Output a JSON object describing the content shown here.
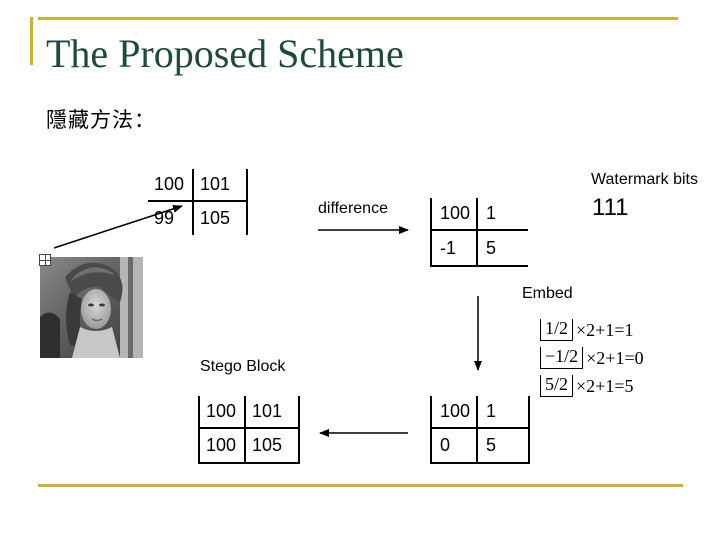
{
  "slide": {
    "title": "The Proposed Scheme",
    "subtitle": "隱藏方法："
  },
  "colors": {
    "accent_rule": "#c8b432",
    "title_text": "#1e4a3a"
  },
  "labels": {
    "watermark_bits": "Watermark bits",
    "watermark_bits_value": "111",
    "difference": "difference",
    "embed": "Embed",
    "stego_block": "Stego Block"
  },
  "original_block": [
    [
      "100",
      "101"
    ],
    [
      "99",
      "105"
    ]
  ],
  "difference_block": [
    [
      "100",
      "1"
    ],
    [
      "-1",
      "5"
    ]
  ],
  "stego_block": [
    [
      "100",
      "101"
    ],
    [
      "100",
      "105"
    ]
  ],
  "embedded_difference_block": [
    [
      "100",
      "1"
    ],
    [
      "0",
      "5"
    ]
  ],
  "formulas": [
    {
      "floor": "1/2",
      "rest": "×2+1=1"
    },
    {
      "floor": "−1/2",
      "rest": "×2+1=0"
    },
    {
      "floor": "5/2",
      "rest": "×2+1=5"
    }
  ],
  "icons": {
    "expand": "expand-icon",
    "photo": "grayscale-portrait-photo"
  }
}
